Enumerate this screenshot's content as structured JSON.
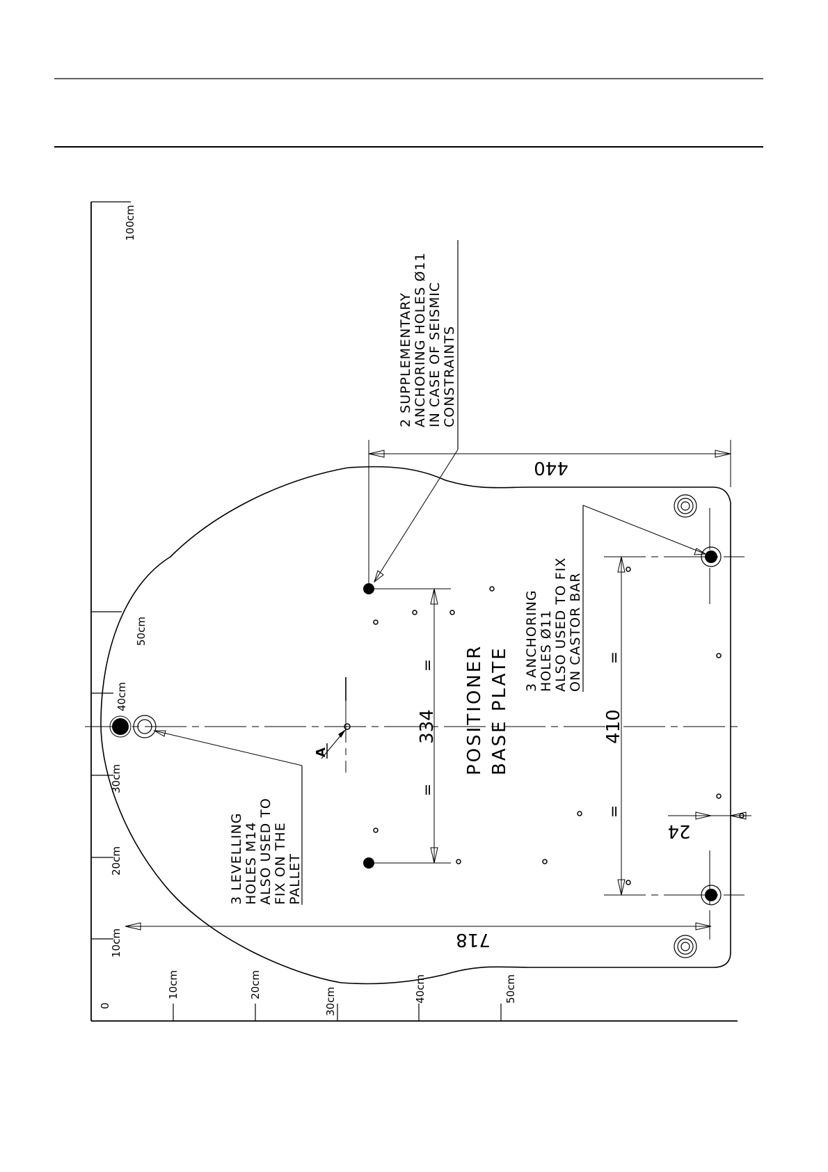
{
  "scale": {
    "horizontal_labels": [
      "0",
      "10cm",
      "20cm",
      "30cm",
      "40cm",
      "50cm"
    ],
    "vertical_labels": [
      "10cm",
      "20cm",
      "30cm",
      "40cm",
      "50cm",
      "100cm"
    ]
  },
  "dimensions": {
    "width_overall": "718",
    "depth_overall": "440",
    "levelling_spacing": "334",
    "anchoring_spacing": "410",
    "edge_offset": "24",
    "equal_mark": "="
  },
  "section_label": "A",
  "title": {
    "line1": "POSITIONER",
    "line2": "BASE PLATE"
  },
  "notes": {
    "supplementary": [
      "2 SUPPLEMENTARY",
      "ANCHORING HOLES Ø11",
      "IN CASE OF SEISMIC",
      "CONSTRAINTS"
    ],
    "anchoring": [
      "3 ANCHORING",
      "HOLES Ø11",
      "ALSO USED TO FIX",
      "ON CASTOR BAR"
    ],
    "levelling": [
      "3 LEVELLING",
      "HOLES M14",
      "ALSO USED TO",
      "FIX ON THE",
      "PALLET"
    ]
  }
}
